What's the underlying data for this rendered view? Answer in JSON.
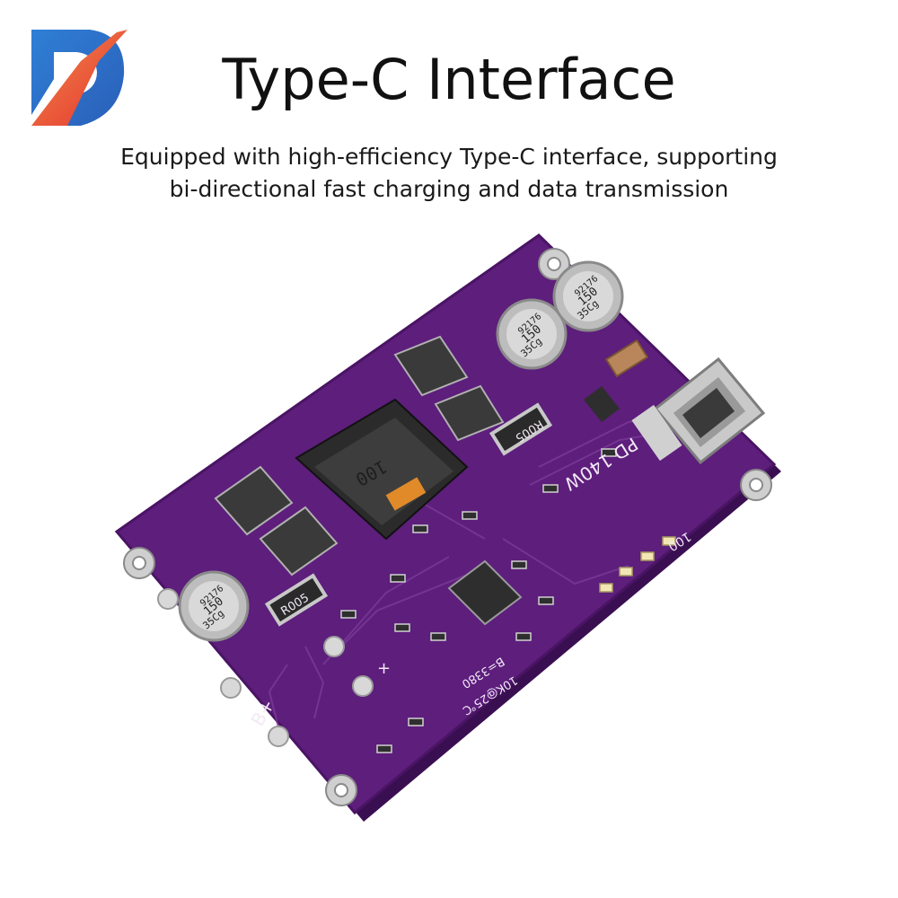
{
  "header": {
    "title": "Type-C Interface",
    "subtitle_line1": "Equipped with high-efficiency Type-C interface, supporting",
    "subtitle_line2": "bi-directional fast charging and data transmission"
  },
  "board": {
    "model_label": "PD 140W",
    "inductor_marking": "100",
    "resistor_marking": "R005",
    "led_label": "100",
    "thermistor_label_1": "10K@25℃",
    "thermistor_label_2": "B=3380",
    "battery_label": "B+",
    "plus_label": "+",
    "capacitor_marking_1": "92176",
    "capacitor_marking_2": "150",
    "capacitor_marking_3": "35Cg"
  },
  "colors": {
    "pcb": "#5d1e7c",
    "pcb_dark": "#4a1464",
    "logo_blue": "#2f7fd6",
    "logo_red": "#e5322d"
  }
}
